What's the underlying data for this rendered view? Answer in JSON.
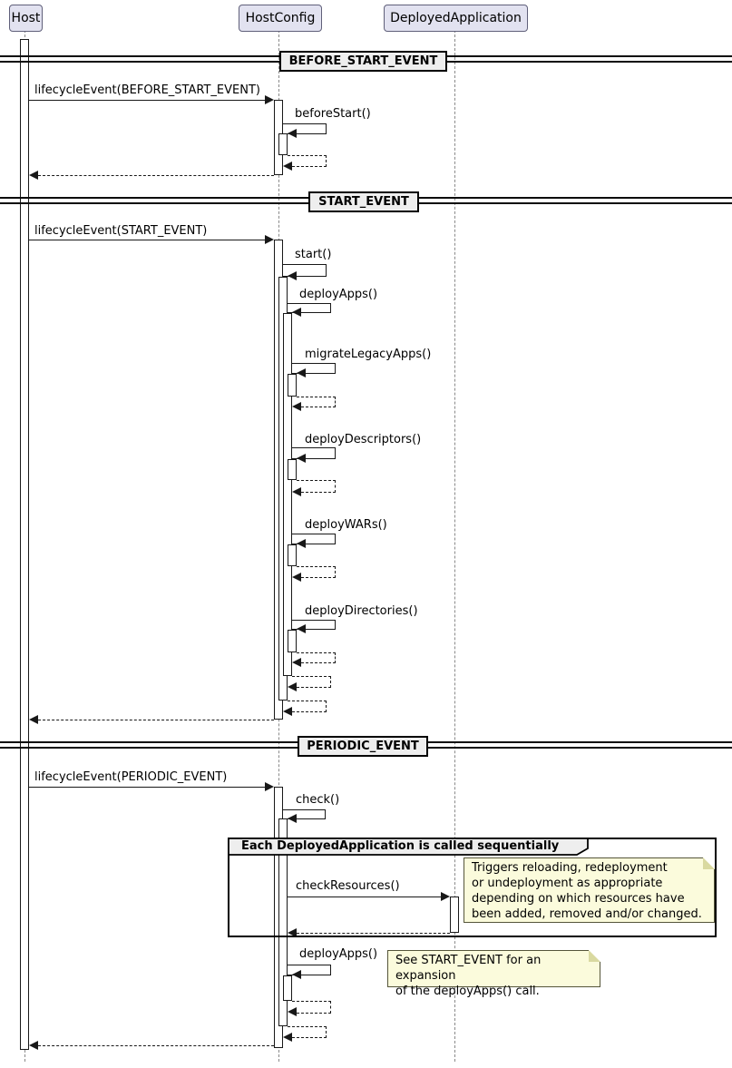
{
  "participants": [
    {
      "label": "Host"
    },
    {
      "label": "HostConfig"
    },
    {
      "label": "DeployedApplication"
    }
  ],
  "dividers": [
    {
      "label": "BEFORE_START_EVENT"
    },
    {
      "label": "START_EVENT"
    },
    {
      "label": "PERIODIC_EVENT"
    }
  ],
  "messages": {
    "lifecycle_before": "lifecycleEvent(BEFORE_START_EVENT)",
    "before_start": "beforeStart()",
    "lifecycle_start": "lifecycleEvent(START_EVENT)",
    "start": "start()",
    "deploy_apps": "deployApps()",
    "migrate_legacy_apps": "migrateLegacyApps()",
    "deploy_descriptors": "deployDescriptors()",
    "deploy_wars": "deployWARs()",
    "deploy_directories": "deployDirectories()",
    "lifecycle_periodic": "lifecycleEvent(PERIODIC_EVENT)",
    "check": "check()",
    "check_resources": "checkResources()",
    "deploy_apps_periodic": "deployApps()"
  },
  "group": {
    "title": "Each DeployedApplication is called sequentially"
  },
  "notes": {
    "check_resources_note": "Triggers reloading, redeployment\nor undeployment as appropriate\ndepending on which resources have\nbeen added, removed and/or changed.",
    "deploy_apps_note": "See START_EVENT for an expansion\nof the deployApps() call."
  },
  "colors": {
    "participant_fill": "#E2E2F0",
    "note_fill": "#FBFBDC",
    "divider_fill": "#EEEEEE",
    "line": "#181818"
  }
}
